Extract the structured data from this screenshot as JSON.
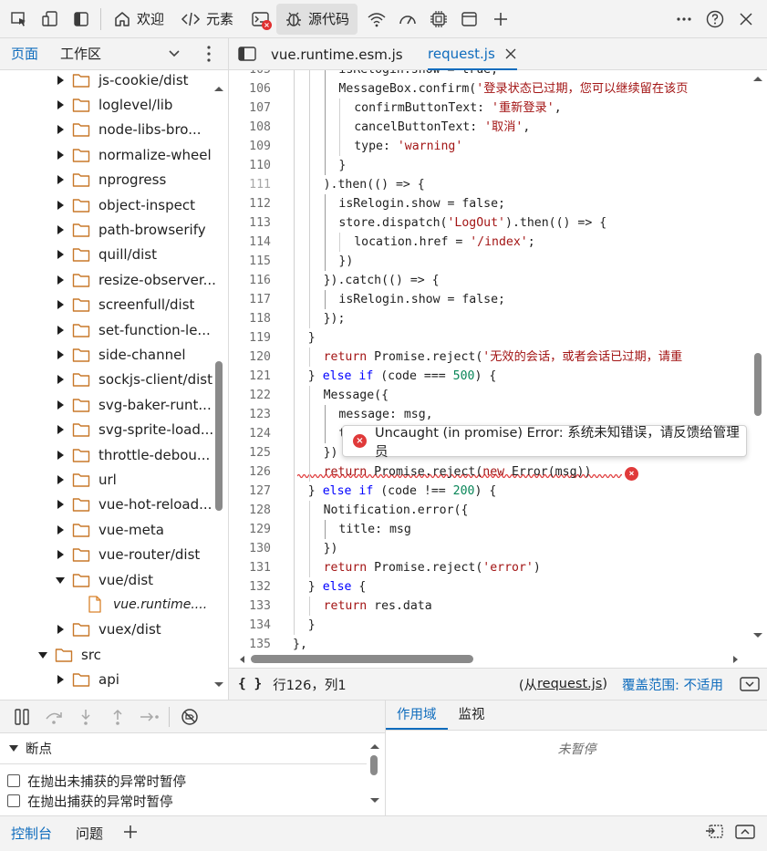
{
  "toolbar": {
    "tabs": [
      {
        "label": "欢迎",
        "icon": "home-icon"
      },
      {
        "label": "元素",
        "icon": "elements-icon"
      },
      {
        "label": "源代码",
        "icon": "bug-icon",
        "active": true
      }
    ]
  },
  "navigator": {
    "tabs": [
      {
        "label": "页面",
        "active": true
      },
      {
        "label": "工作区",
        "active": false
      }
    ],
    "tree": [
      {
        "label": "js-cookie/dist",
        "type": "folder",
        "expanded": false,
        "depth": 1
      },
      {
        "label": "loglevel/lib",
        "type": "folder",
        "expanded": false,
        "depth": 1
      },
      {
        "label": "node-libs-bro...",
        "type": "folder",
        "expanded": false,
        "depth": 1
      },
      {
        "label": "normalize-wheel",
        "type": "folder",
        "expanded": false,
        "depth": 1
      },
      {
        "label": "nprogress",
        "type": "folder",
        "expanded": false,
        "depth": 1
      },
      {
        "label": "object-inspect",
        "type": "folder",
        "expanded": false,
        "depth": 1
      },
      {
        "label": "path-browserify",
        "type": "folder",
        "expanded": false,
        "depth": 1
      },
      {
        "label": "quill/dist",
        "type": "folder",
        "expanded": false,
        "depth": 1
      },
      {
        "label": "resize-observer...",
        "type": "folder",
        "expanded": false,
        "depth": 1
      },
      {
        "label": "screenfull/dist",
        "type": "folder",
        "expanded": false,
        "depth": 1
      },
      {
        "label": "set-function-le...",
        "type": "folder",
        "expanded": false,
        "depth": 1
      },
      {
        "label": "side-channel",
        "type": "folder",
        "expanded": false,
        "depth": 1
      },
      {
        "label": "sockjs-client/dist",
        "type": "folder",
        "expanded": false,
        "depth": 1
      },
      {
        "label": "svg-baker-runt...",
        "type": "folder",
        "expanded": false,
        "depth": 1
      },
      {
        "label": "svg-sprite-load...",
        "type": "folder",
        "expanded": false,
        "depth": 1
      },
      {
        "label": "throttle-debou...",
        "type": "folder",
        "expanded": false,
        "depth": 1
      },
      {
        "label": "url",
        "type": "folder",
        "expanded": false,
        "depth": 1
      },
      {
        "label": "vue-hot-reload...",
        "type": "folder",
        "expanded": false,
        "depth": 1
      },
      {
        "label": "vue-meta",
        "type": "folder",
        "expanded": false,
        "depth": 1
      },
      {
        "label": "vue-router/dist",
        "type": "folder",
        "expanded": false,
        "depth": 1
      },
      {
        "label": "vue/dist",
        "type": "folder",
        "expanded": true,
        "depth": 1
      },
      {
        "label": "vue.runtime....",
        "type": "file",
        "depth": 2
      },
      {
        "label": "vuex/dist",
        "type": "folder",
        "expanded": false,
        "depth": 1
      },
      {
        "label": "src",
        "type": "folder",
        "expanded": true,
        "depth": 0
      },
      {
        "label": "api",
        "type": "folder",
        "expanded": false,
        "depth": 1
      }
    ]
  },
  "editor": {
    "tabs": [
      {
        "label": "vue.runtime.esm.js",
        "active": false
      },
      {
        "label": "request.js",
        "active": true
      }
    ],
    "lines": [
      {
        "n": "105",
        "i": 4,
        "t": "isRelogin.show = true;"
      },
      {
        "n": "106",
        "i": 4,
        "t": "MessageBox.confirm('登录状态已过期，您可以继续留在该页"
      },
      {
        "n": "107",
        "i": 5,
        "t": "confirmButtonText: '重新登录',"
      },
      {
        "n": "108",
        "i": 5,
        "t": "cancelButtonText: '取消',"
      },
      {
        "n": "109",
        "i": 5,
        "t": "type: 'warning'"
      },
      {
        "n": "110",
        "i": 4,
        "t": "}"
      },
      {
        "n": "111",
        "i": 3,
        "t": ").then(() => {",
        "dim": true
      },
      {
        "n": "112",
        "i": 4,
        "t": "isRelogin.show = false;"
      },
      {
        "n": "113",
        "i": 4,
        "t": "store.dispatch('LogOut').then(() => {"
      },
      {
        "n": "114",
        "i": 5,
        "t": "location.href = '/index';"
      },
      {
        "n": "115",
        "i": 4,
        "t": "})"
      },
      {
        "n": "116",
        "i": 3,
        "t": "}).catch(() => {"
      },
      {
        "n": "117",
        "i": 4,
        "t": "isRelogin.show = false;"
      },
      {
        "n": "118",
        "i": 3,
        "t": "});"
      },
      {
        "n": "119",
        "i": 2,
        "t": "}"
      },
      {
        "n": "120",
        "i": 3,
        "t": "return Promise.reject('无效的会话，或者会话已过期，请重"
      },
      {
        "n": "121",
        "i": 2,
        "t": "} else if (code === 500) {"
      },
      {
        "n": "122",
        "i": 3,
        "t": "Message({"
      },
      {
        "n": "123",
        "i": 4,
        "t": "message: msg,"
      },
      {
        "n": "124",
        "i": 4,
        "t": "type: 'error'"
      },
      {
        "n": "125",
        "i": 3,
        "t": "})"
      },
      {
        "n": "126",
        "i": 3,
        "t": "return Promise.reject(new Error(msg))"
      },
      {
        "n": "127",
        "i": 2,
        "t": "} else if (code !== 200) {"
      },
      {
        "n": "128",
        "i": 3,
        "t": "Notification.error({"
      },
      {
        "n": "129",
        "i": 4,
        "t": "title: msg"
      },
      {
        "n": "130",
        "i": 3,
        "t": "})"
      },
      {
        "n": "131",
        "i": 3,
        "t": "return Promise.reject('error')"
      },
      {
        "n": "132",
        "i": 2,
        "t": "} else {"
      },
      {
        "n": "133",
        "i": 3,
        "t": "return res.data"
      },
      {
        "n": "134",
        "i": 2,
        "t": "}"
      },
      {
        "n": "135",
        "i": 1,
        "t": "},"
      }
    ],
    "error_tooltip": "Uncaught (in promise) Error: 系统未知错误，请反馈给管理员"
  },
  "statusbar": {
    "braces": "{ }",
    "position": "行126，列1",
    "source_prefix": "(从",
    "source_file": "request.js",
    "source_suffix": ")",
    "coverage": "覆盖范围: 不适用"
  },
  "breakpoints": {
    "header": "断点",
    "options": [
      {
        "label": "在抛出未捕获的异常时暂停",
        "checked": false
      },
      {
        "label": "在抛出捕获的异常时暂停",
        "checked": false
      }
    ]
  },
  "scope": {
    "tabs": [
      {
        "label": "作用域",
        "active": true
      },
      {
        "label": "监视",
        "active": false
      }
    ],
    "empty_text": "未暂停"
  },
  "drawer": {
    "tabs": [
      {
        "label": "控制台",
        "active": true
      },
      {
        "label": "问题",
        "active": false
      }
    ]
  },
  "colors": {
    "accent": "#0f6cbd",
    "string": "#a31515",
    "number": "#098658",
    "error": "#e03a3a"
  }
}
